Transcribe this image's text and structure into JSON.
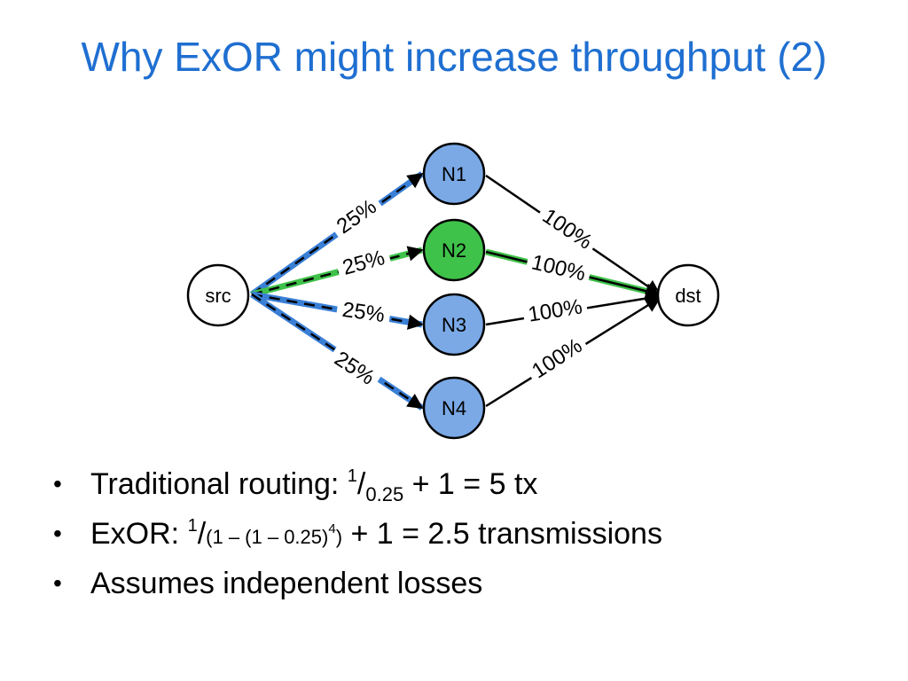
{
  "slide": {
    "title": "Why ExOR might increase throughput (2)"
  },
  "colors": {
    "title": "#1f6fd1",
    "node_blue": "#7aa9e6",
    "node_green": "#3fc24a",
    "edge_blue": "#3a7fd6",
    "edge_green": "#3fc24a"
  },
  "diagram": {
    "nodes": {
      "src": "src",
      "n1": "N1",
      "n2": "N2",
      "n3": "N3",
      "n4": "N4",
      "dst": "dst"
    },
    "edges": {
      "src_n1": "25%",
      "src_n2": "25%",
      "src_n3": "25%",
      "src_n4": "25%",
      "n1_dst": "100%",
      "n2_dst": "100%",
      "n3_dst": "100%",
      "n4_dst": "100%"
    }
  },
  "bullets": {
    "b1": {
      "text": "Traditional routing: ",
      "num": "1",
      "slash": "/",
      "den": "0.25",
      "rest": " + 1 = 5 tx"
    },
    "b2": {
      "text": "ExOR: ",
      "num": "1",
      "slash": "/",
      "den": "(1 – (1 – 0.25)",
      "exp": "4",
      "den_close": ")",
      "rest": " + 1 = 2.5 transmissions"
    },
    "b3": {
      "text": "Assumes independent losses"
    },
    "marker": "•"
  }
}
